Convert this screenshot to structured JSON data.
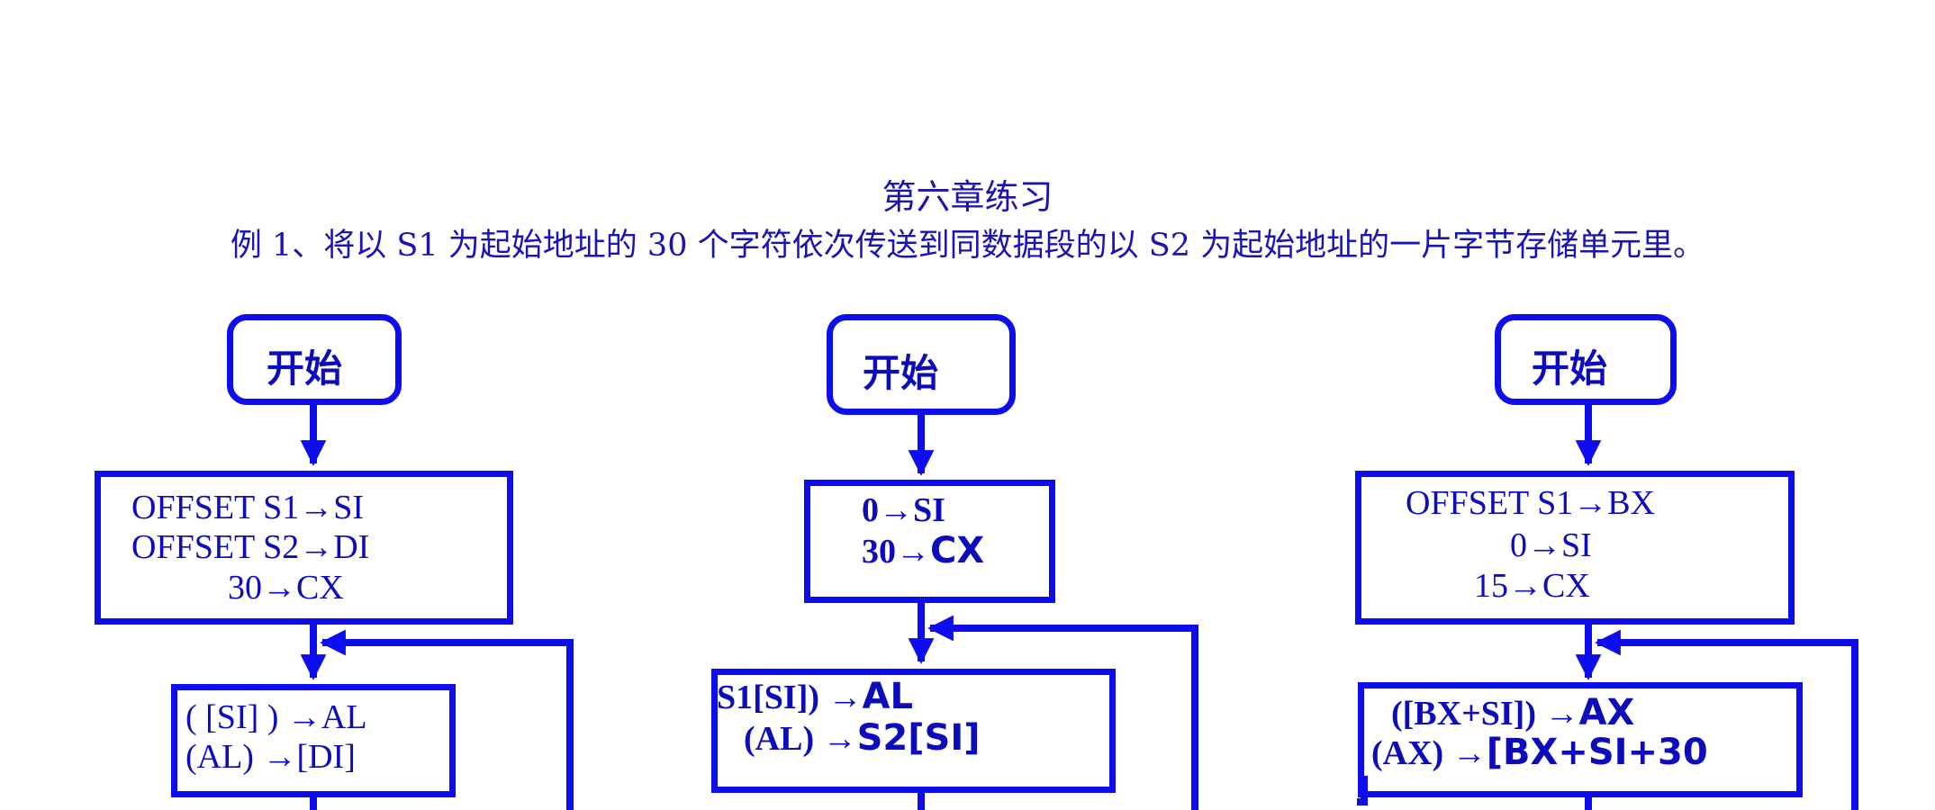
{
  "header": {
    "title": "第六章练习",
    "intro": "例 1、将以 S1 为起始地址的 30 个字符依次传送到同数据段的以 S2 为起始地址的一片字节存储单元里。"
  },
  "colors": {
    "stroke": "#0d0dee",
    "text": "#0c0cbd",
    "heading": "#1a14b4"
  },
  "flowcharts": [
    {
      "start": "开始",
      "init": [
        "OFFSET   S1→SI",
        "OFFSET   S2→DI",
        "30→CX"
      ],
      "loop": [
        "( [SI] ) →AL",
        "(AL) →[DI]"
      ]
    },
    {
      "start": "开始",
      "init": [
        "0→SI",
        "30→",
        "CX"
      ],
      "loop": [
        "S1[SI]) →",
        "AL",
        "(AL) →",
        "S2[SI]"
      ]
    },
    {
      "start": "开始",
      "init": [
        "OFFSET   S1→BX",
        "0→SI",
        "15→CX"
      ],
      "loop": [
        "([BX+SI]) →",
        "AX",
        "(AX) →",
        "[BX+SI+30"
      ]
    }
  ]
}
